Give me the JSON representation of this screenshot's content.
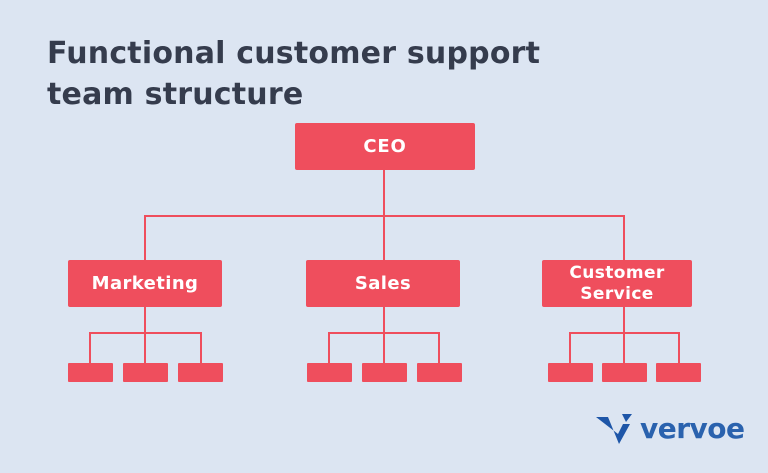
{
  "title": {
    "line1": "Functional customer support",
    "line2": "team structure"
  },
  "org_chart": {
    "type": "org-tree",
    "root": {
      "label": "CEO"
    },
    "departments": [
      {
        "label": "Marketing",
        "direct_reports": 3
      },
      {
        "label": "Sales",
        "direct_reports": 3
      },
      {
        "label": "Customer Service",
        "direct_reports": 3
      }
    ]
  },
  "branding": {
    "logo_text": "vervoe"
  },
  "colors": {
    "background": "#DCE5F2",
    "box": "#EF4E5D",
    "box_text": "#FFFFFF",
    "title_text": "#353C4D",
    "brand_blue": "#2A62AE"
  }
}
